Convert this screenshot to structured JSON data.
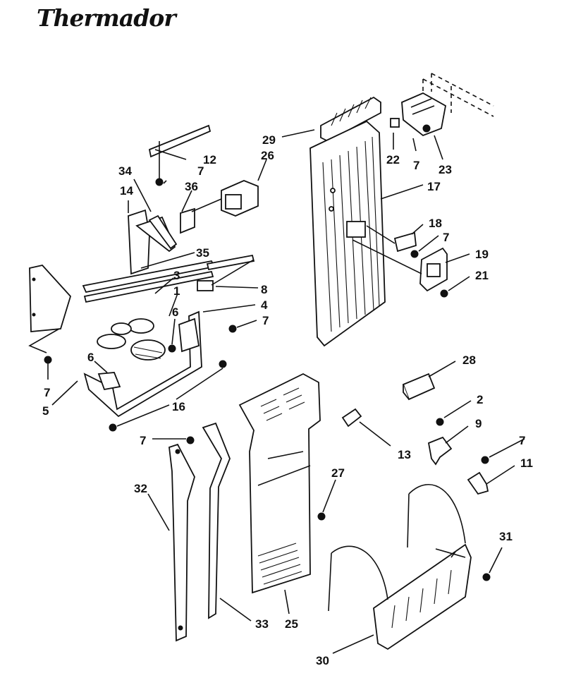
{
  "brand": "Thermador",
  "callouts": [
    "29",
    "12",
    "7",
    "26",
    "22",
    "7",
    "23",
    "34",
    "14",
    "36",
    "17",
    "18",
    "7",
    "35",
    "19",
    "3",
    "8",
    "21",
    "1",
    "4",
    "6",
    "7",
    "6",
    "7",
    "5",
    "16",
    "28",
    "2",
    "7",
    "9",
    "13",
    "7",
    "27",
    "11",
    "32",
    "31",
    "33",
    "25",
    "30"
  ]
}
